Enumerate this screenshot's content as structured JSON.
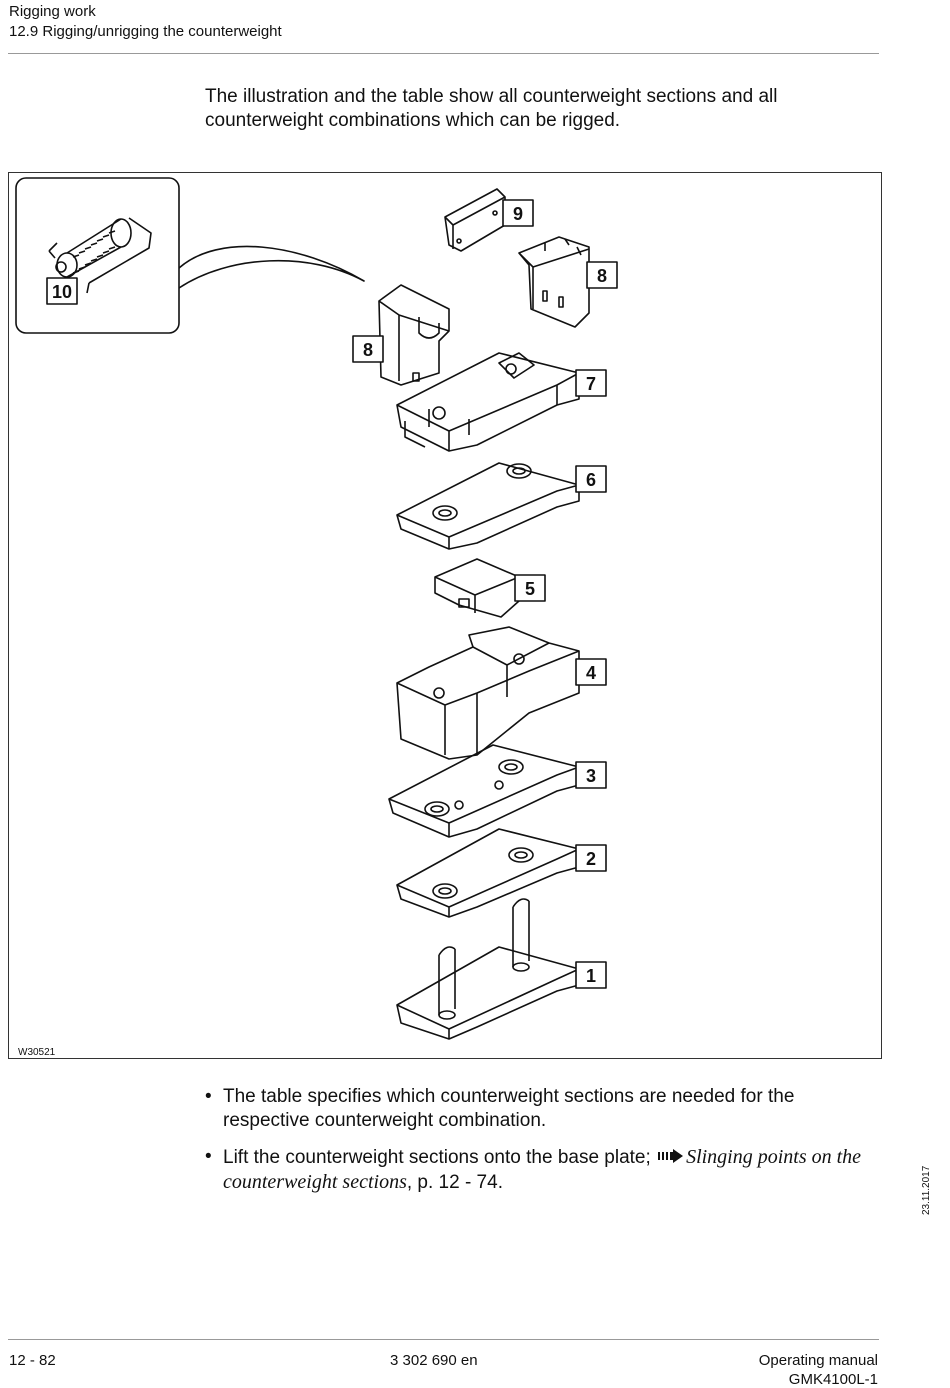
{
  "header": {
    "chapter": "Rigging work",
    "section": "12.9 Rigging/unrigging the counterweight"
  },
  "intro": "The illustration and the table show all counterweight sections and all counterweight combinations which can be rigged.",
  "figure": {
    "id": "W30521",
    "labels": [
      "10",
      "9",
      "8",
      "8",
      "7",
      "6",
      "5",
      "4",
      "3",
      "2",
      "1"
    ]
  },
  "bullets": {
    "b1": "The table specifies which counterweight sections are needed for the respective counterweight combination.",
    "b2_text": "Lift the counterweight sections onto the base plate;",
    "b2_link": "Slinging points on the counterweight sections",
    "b2_ref": ", p. 12 - 74."
  },
  "side_date": "23.11.2017",
  "footer": {
    "page": "12 - 82",
    "doc_no": "3 302 690 en",
    "manual": "Operating manual",
    "model": "GMK4100L-1"
  }
}
